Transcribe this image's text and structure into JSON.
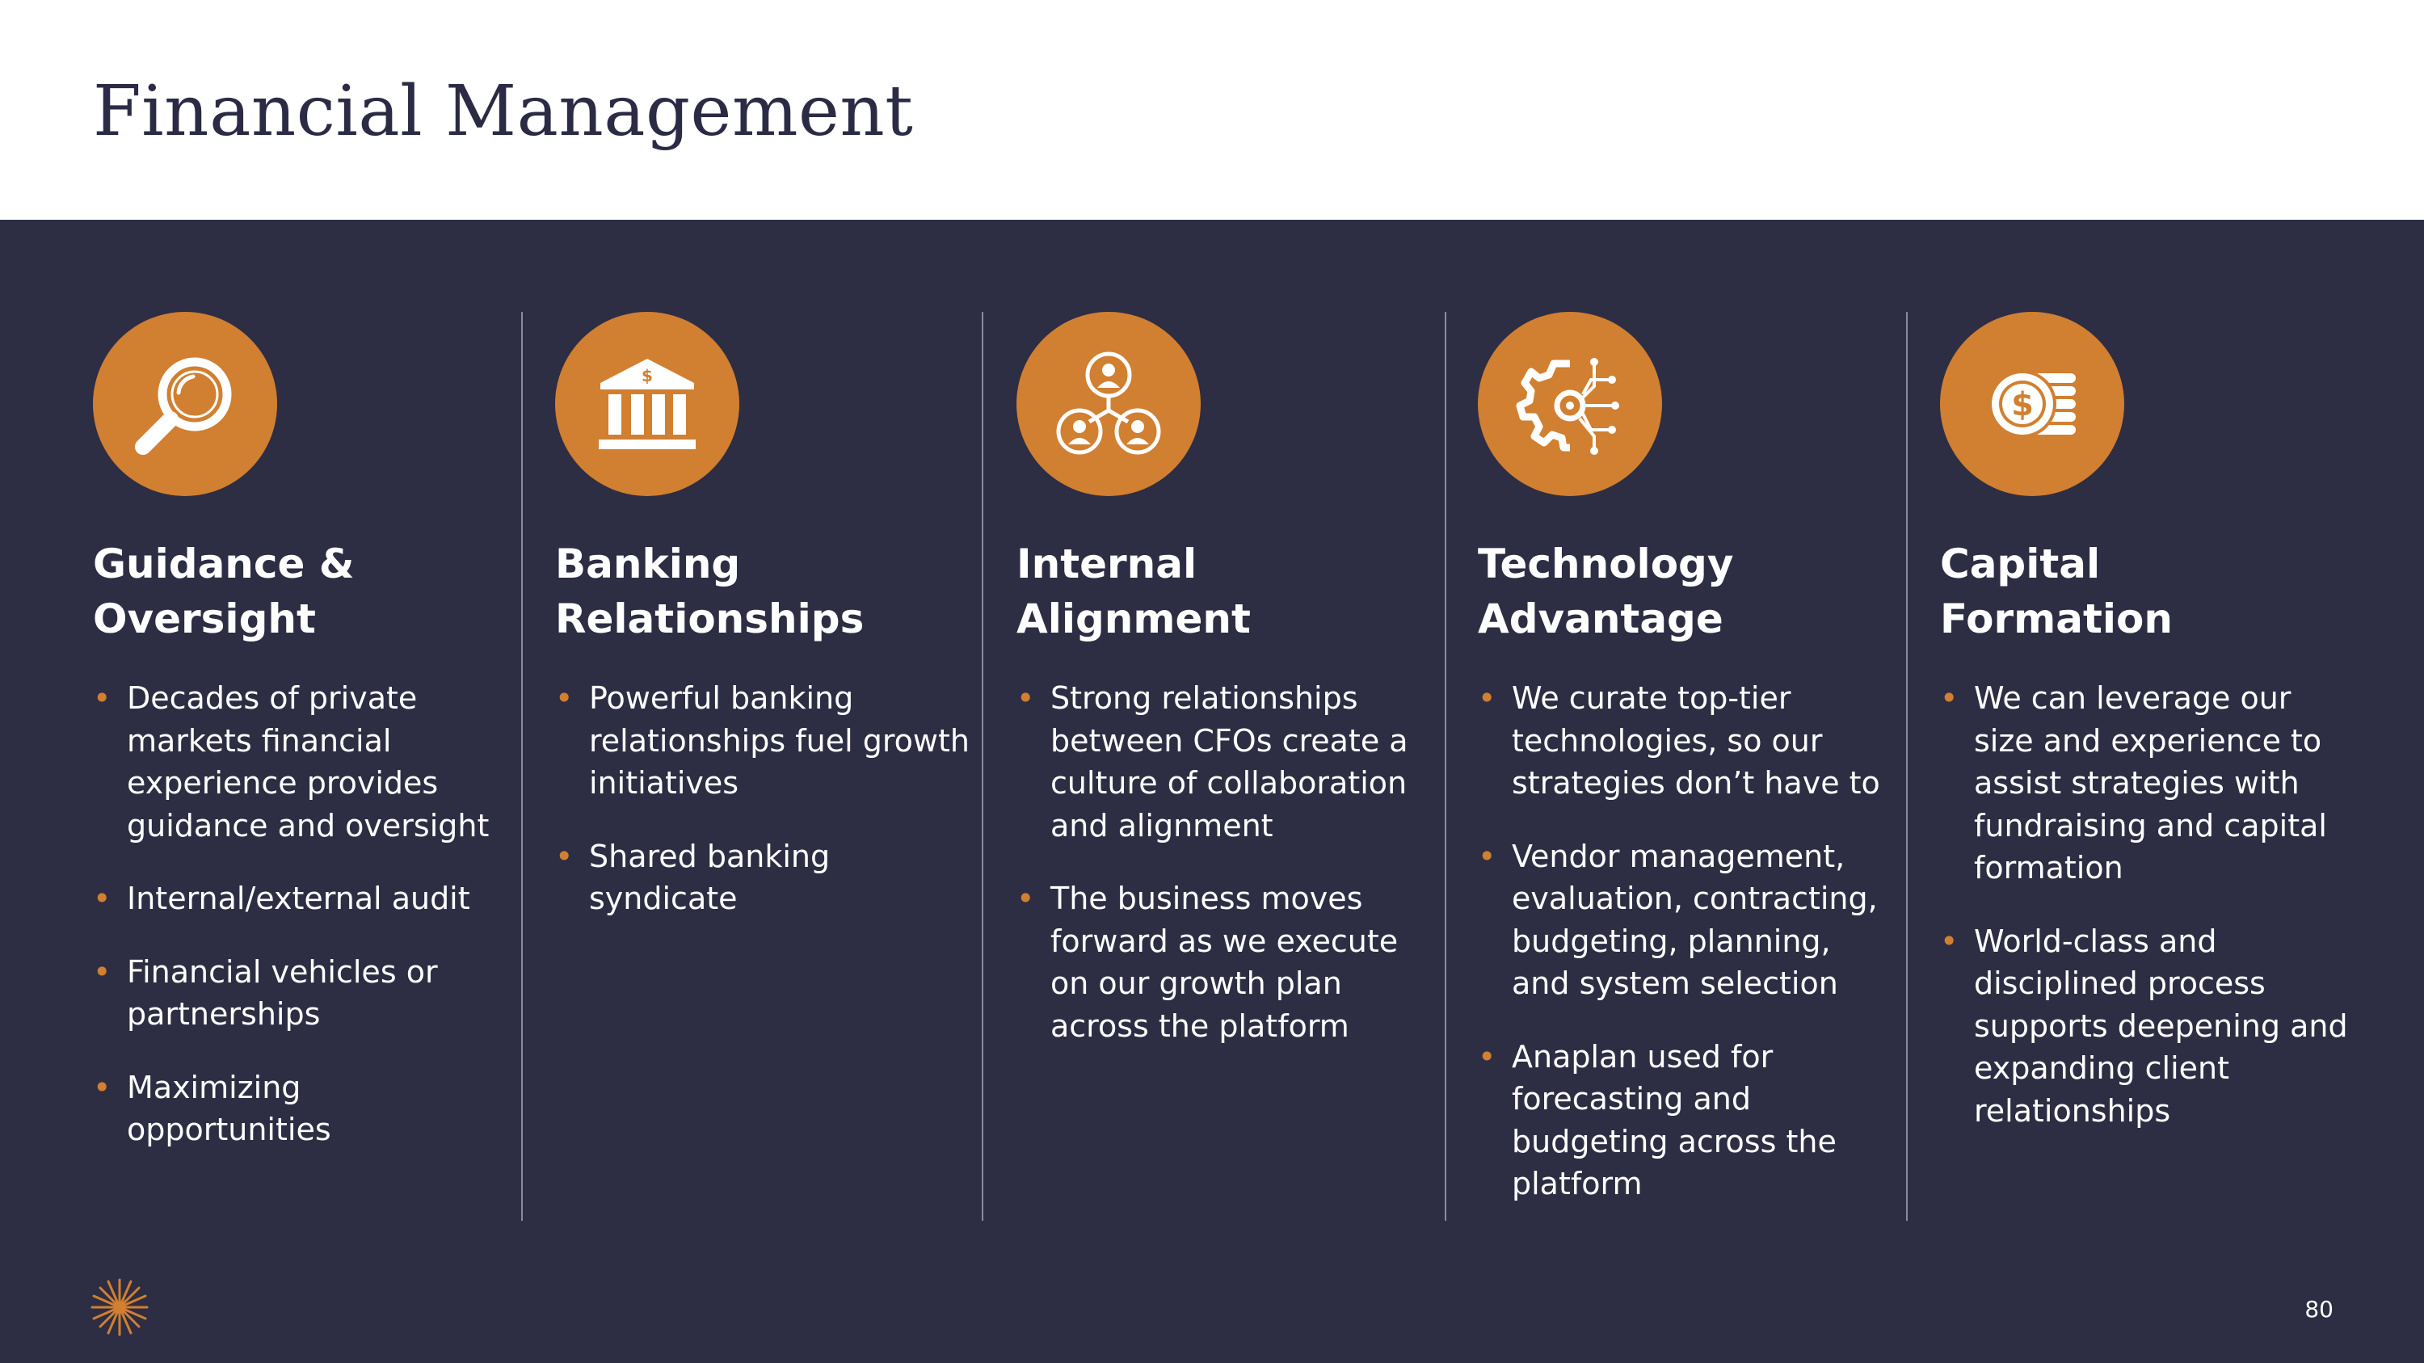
{
  "title": "Financial Management",
  "colors": {
    "panel": "#2d2d43",
    "accent": "#d17f31",
    "title": "#2b2b45"
  },
  "columns": [
    {
      "icon": "magnifier-icon",
      "title_line1": "Guidance &",
      "title_line2": "Oversight",
      "bullets": [
        "Decades of private markets financial experience provides guidance and oversight",
        "Internal/external audit",
        "Financial vehicles or partnerships",
        "Maximizing opportunities"
      ]
    },
    {
      "icon": "bank-icon",
      "title_line1": "Banking",
      "title_line2": "Relationships",
      "bullets": [
        "Powerful banking relationships fuel growth initiatives",
        "Shared banking syndicate"
      ]
    },
    {
      "icon": "people-network-icon",
      "title_line1": "Internal",
      "title_line2": "Alignment",
      "bullets": [
        "Strong  relationships between CFOs create a culture of collaboration and alignment",
        "The business moves forward as we execute on our growth plan across the platform"
      ]
    },
    {
      "icon": "tech-gear-circuit-icon",
      "title_line1": "Technology",
      "title_line2": "Advantage",
      "bullets": [
        "We curate top-tier technologies, so our strategies don’t have to",
        "Vendor management, evaluation, contracting, budgeting, planning, and system selection",
        "Anaplan used for forecasting and budgeting across the platform"
      ]
    },
    {
      "icon": "coins-dollar-icon",
      "title_line1": "Capital",
      "title_line2": "Formation",
      "bullets": [
        "We can leverage our size and experience to assist strategies with fundraising and capital formation",
        "World-class and disciplined process supports deepening and expanding client relationships"
      ]
    }
  ],
  "page_number": "80"
}
